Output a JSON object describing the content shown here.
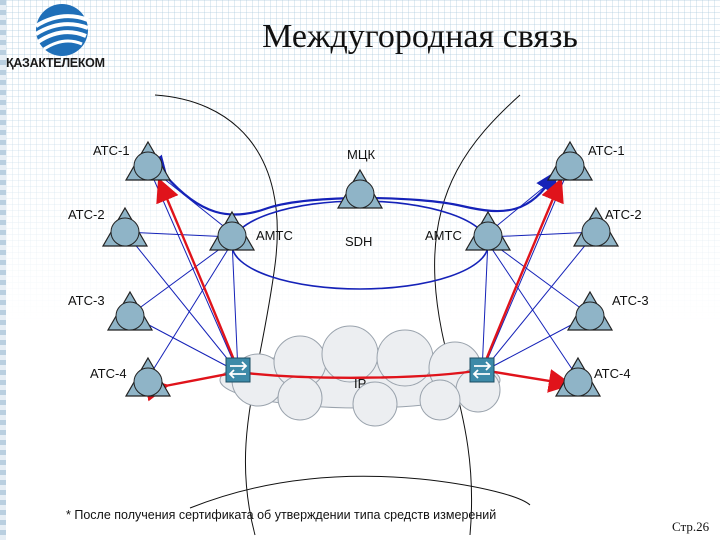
{
  "slide": {
    "title": "Междугородная связь",
    "logo_text": "ҚАЗАКТЕЛЕКОМ",
    "footnote": "* После получения сертификата об утверждении типа средств измерений",
    "page_number": "Стр.26"
  },
  "diagram": {
    "left_nodes": {
      "atc1": "АТС-1",
      "atc2": "АТС-2",
      "atc3": "АТС-3",
      "atc4": "АТС-4",
      "amtc": "АМТС"
    },
    "right_nodes": {
      "atc1": "АТС-1",
      "atc2": "АТС-2",
      "atc3": "АТС-3",
      "atc4": "АТС-4",
      "amtc": "АМТС"
    },
    "mck": "МЦК",
    "sdh": "SDH",
    "ip": "IP"
  },
  "colors": {
    "link_blue": "#1522b8",
    "route_red": "#e0131b",
    "node_fill": "#8fb4c7"
  }
}
